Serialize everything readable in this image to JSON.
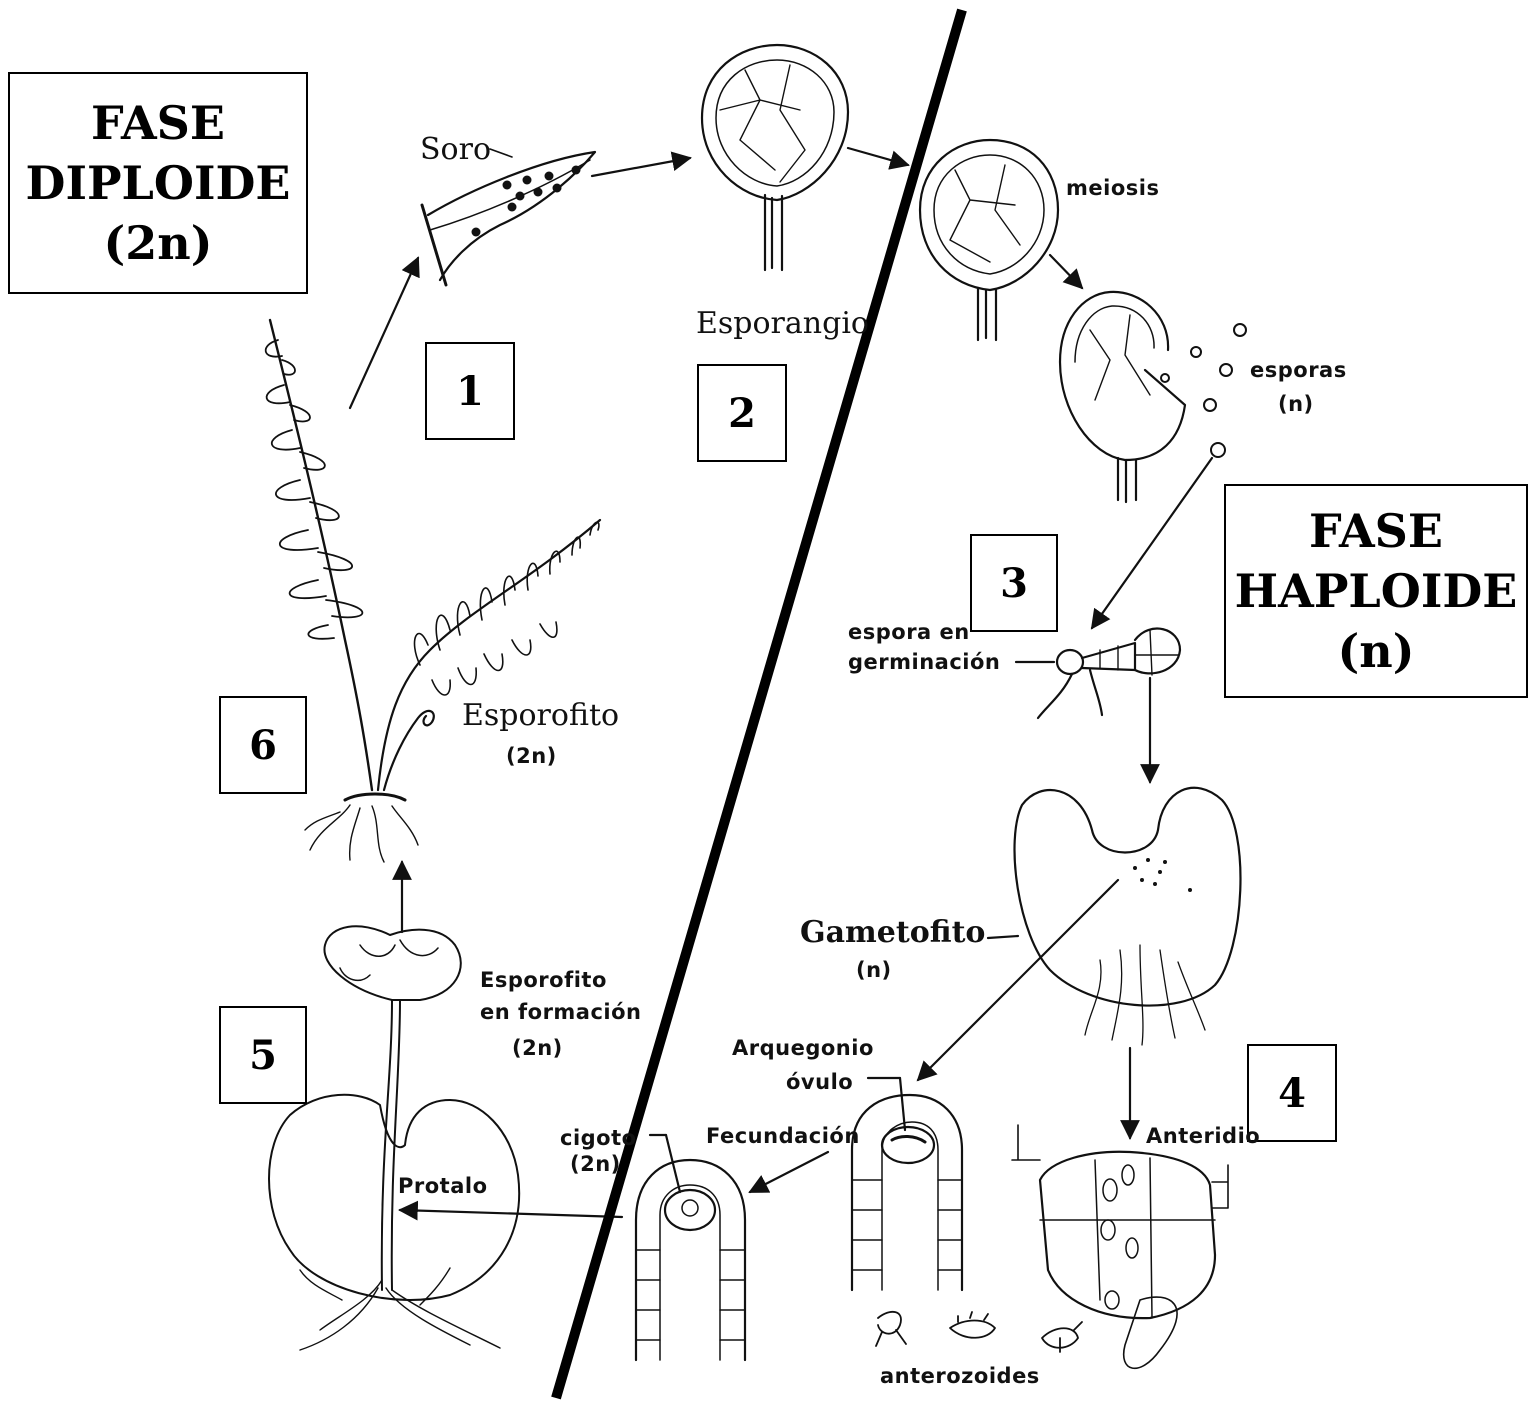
{
  "phases": {
    "diploid": {
      "line1": "FASE",
      "line2": "DIPLOIDE",
      "line3": "(2n)"
    },
    "haploid": {
      "line1": "FASE",
      "line2": "HAPLOIDE",
      "line3": "(n)"
    }
  },
  "steps": [
    "1",
    "2",
    "3",
    "4",
    "5",
    "6"
  ],
  "labels": {
    "soro": "Soro",
    "esporangio": "Esporangio",
    "meiosis": "meiosis",
    "esporas": "esporas",
    "esporas_ploidy": "(n)",
    "espora_germ_1": "espora en",
    "espora_germ_2": "germinación",
    "esporofito": "Esporofito",
    "esporofito_ploidy": "(2n)",
    "gametofito": "Gametofito",
    "gametofito_ploidy": "(n)",
    "esp_formacion_1": "Esporofito",
    "esp_formacion_2": "en formación",
    "esp_formacion_3": "(2n)",
    "arquegonio": "Arquegonio",
    "ovulo": "óvulo",
    "fecundacion": "Fecundación",
    "cigoto": "cigoto",
    "cigoto_ploidy": "(2n)",
    "anteridio": "Anteridio",
    "protalo": "Protalo",
    "anterozoides": "anterozoides"
  }
}
